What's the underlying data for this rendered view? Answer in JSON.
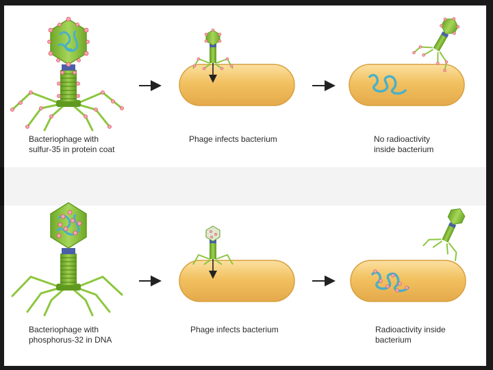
{
  "panels": [
    {
      "id": "sulfur",
      "captions": {
        "phage": "Bacteriophage with\nsulfur-35 in protein coat",
        "infects": "Phage infects bacterium",
        "result": "No radioactivity\ninside bacterium"
      },
      "label_color": "#d9535f"
    },
    {
      "id": "phosphorus",
      "captions": {
        "phage": "Bacteriophage with\nphosphorus-32 in DNA",
        "infects": "Phage infects bacterium",
        "result": "Radioactivity inside\nbacterium"
      },
      "label_color": "#d9535f"
    }
  ],
  "colors": {
    "phage_green": "#8cc63f",
    "phage_dark": "#5f9a1f",
    "collar": "#4a5fa8",
    "bacterium_fill": "#f2c160",
    "bacterium_edge": "#d8a040",
    "dna": "#4ab0c8",
    "arrow": "#222222"
  },
  "icons": [
    "bacteriophage-icon",
    "bacterium-icon",
    "arrow-right-icon",
    "dna-strand-icon"
  ]
}
